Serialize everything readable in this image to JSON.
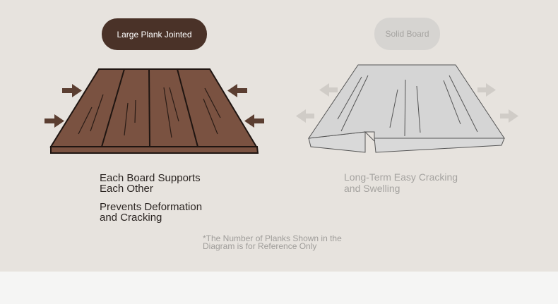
{
  "labels": {
    "left_title": "Large Plank Jointed",
    "right_title": "Solid Board"
  },
  "left_captions": {
    "line1a": "Each Board Supports",
    "line1b": "Each Other",
    "line2a": "Prevents Deformation",
    "line2b": "and Cracking"
  },
  "right_caption": {
    "line1": "Long-Term Easy Cracking",
    "line2": "and Swelling"
  },
  "footnote": {
    "line1": "*The Number of Planks Shown in the",
    "line2": "Diagram is for Reference Only"
  },
  "colors": {
    "background": "#e7e3de",
    "plank_brown": "#7a5241",
    "plank_dark": "#4a3228",
    "solid_board_gray": "#d5d5d5",
    "arrow_brown": "#5b3e31",
    "arrow_gray": "#d0ccc7"
  },
  "icons": {
    "inward_arrow": "arrow-right-icon",
    "outward_arrow": "arrow-left-icon"
  }
}
